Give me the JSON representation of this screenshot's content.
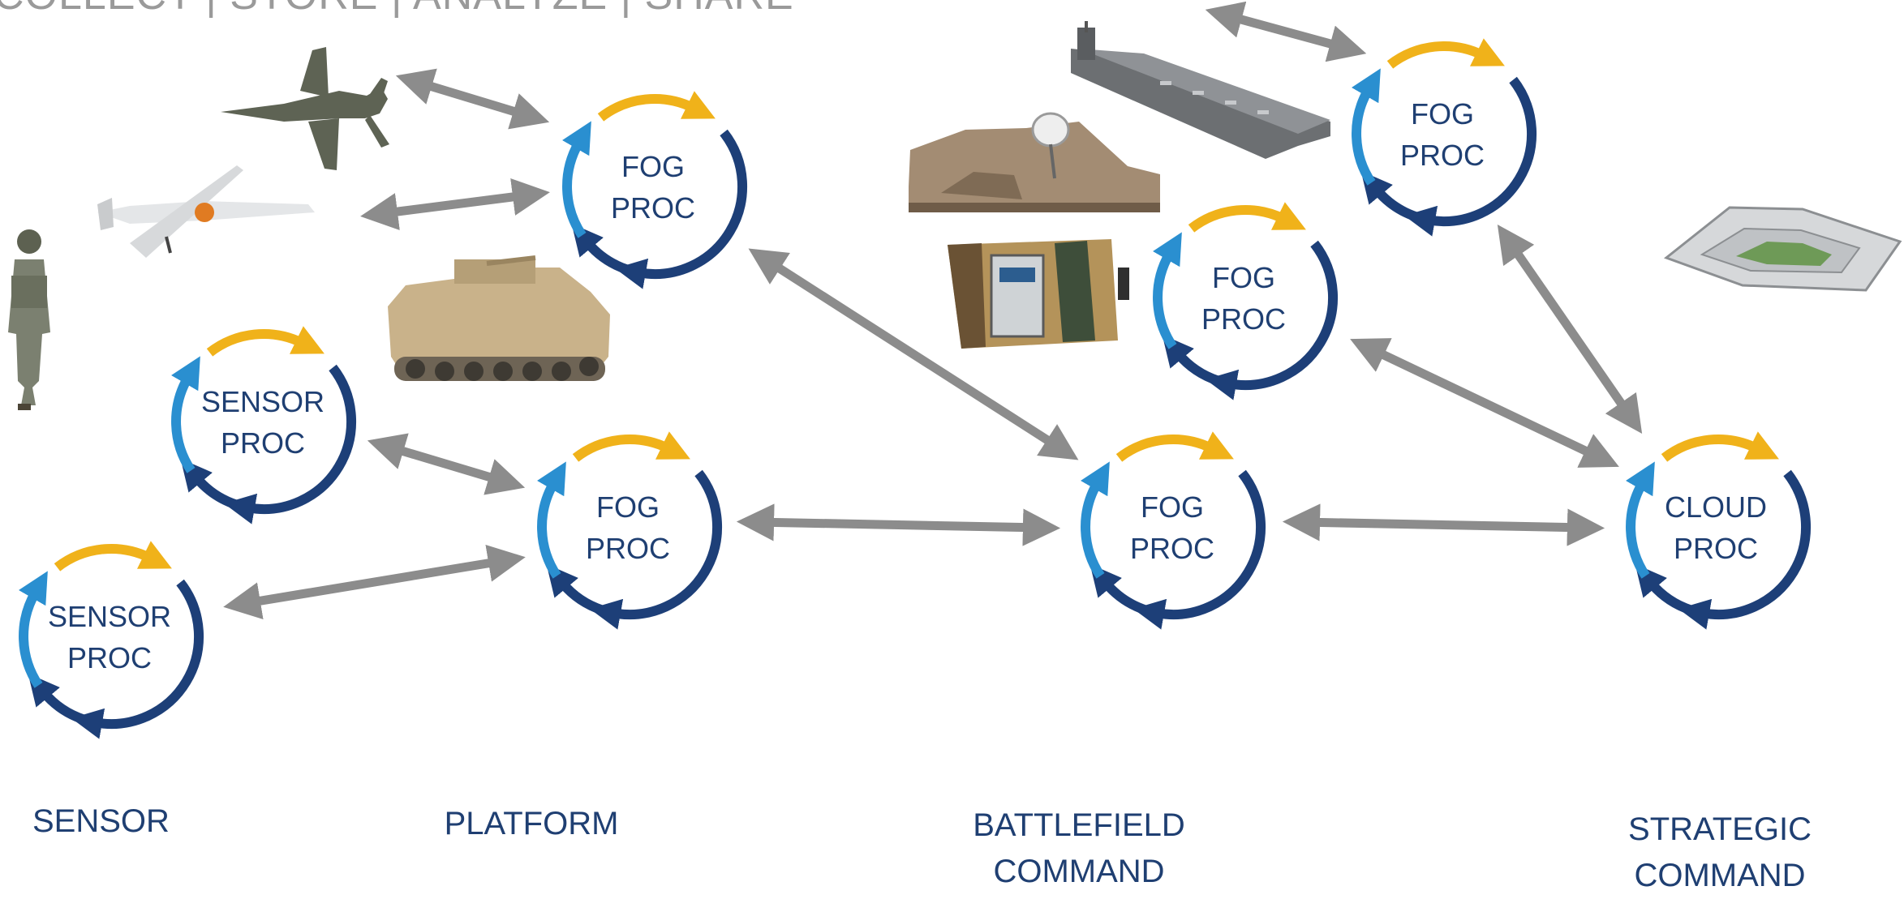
{
  "header": {
    "title": "COLLECT | STORE | ANALYZE | SHARE"
  },
  "colors": {
    "ring_light_blue": "#2a8fd0",
    "ring_dark_blue": "#1d3f78",
    "ring_gold": "#f0b21a",
    "arrow_gray": "#8c8c8c",
    "text_navy": "#1f3f72",
    "header_gray": "#9a9a9a"
  },
  "nodes": [
    {
      "id": "fog-platform-top",
      "label": "FOG\nPROC"
    },
    {
      "id": "sensor-upper",
      "label": "SENSOR\nPROC"
    },
    {
      "id": "fog-platform-main",
      "label": "FOG\nPROC"
    },
    {
      "id": "sensor-lower",
      "label": "SENSOR\nPROC"
    },
    {
      "id": "fog-battlefield-main",
      "label": "FOG\nPROC"
    },
    {
      "id": "fog-battlefield-upper",
      "label": "FOG\nPROC"
    },
    {
      "id": "fog-naval",
      "label": "FOG\nPROC"
    },
    {
      "id": "cloud-strategic",
      "label": "CLOUD\nPROC"
    }
  ],
  "tiers": [
    {
      "id": "sensor",
      "label": "SENSOR"
    },
    {
      "id": "platform",
      "label": "PLATFORM"
    },
    {
      "id": "battlefield",
      "label": "BATTLEFIELD\nCOMMAND"
    },
    {
      "id": "strategic",
      "label": "STRATEGIC\nCOMMAND"
    }
  ],
  "images": [
    {
      "id": "soldier",
      "icon": "soldier-icon"
    },
    {
      "id": "fighter-jet",
      "icon": "fighter-jet-icon"
    },
    {
      "id": "uav-drone",
      "icon": "drone-icon"
    },
    {
      "id": "armored-vehicle",
      "icon": "armored-vehicle-icon"
    },
    {
      "id": "command-post",
      "icon": "command-post-icon"
    },
    {
      "id": "shelter-unit",
      "icon": "shelter-icon"
    },
    {
      "id": "aircraft-carrier",
      "icon": "aircraft-carrier-icon"
    },
    {
      "id": "pentagon",
      "icon": "pentagon-icon"
    }
  ]
}
